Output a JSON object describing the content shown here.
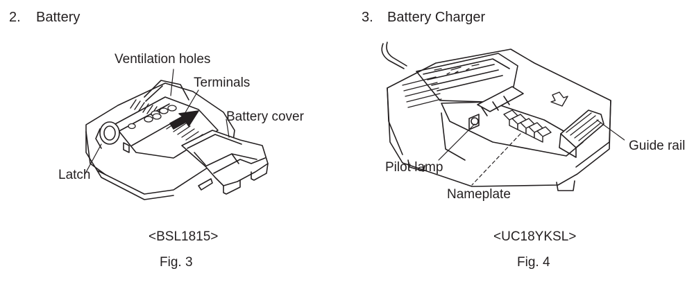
{
  "sections": [
    {
      "number": "2.",
      "title": "Battery",
      "labels": {
        "ventilation": "Ventilation holes",
        "terminals": "Terminals",
        "cover": "Battery cover",
        "latch": "Latch"
      },
      "model": "<BSL1815>",
      "figure": "Fig. 3"
    },
    {
      "number": "3.",
      "title": "Battery Charger",
      "labels": {
        "pilot": "Pilot lamp",
        "nameplate": "Nameplate",
        "guide": "Guide rail"
      },
      "model": "<UC18YKSL>",
      "figure": "Fig. 4"
    }
  ],
  "colors": {
    "ink": "#231f20",
    "background": "#ffffff"
  }
}
